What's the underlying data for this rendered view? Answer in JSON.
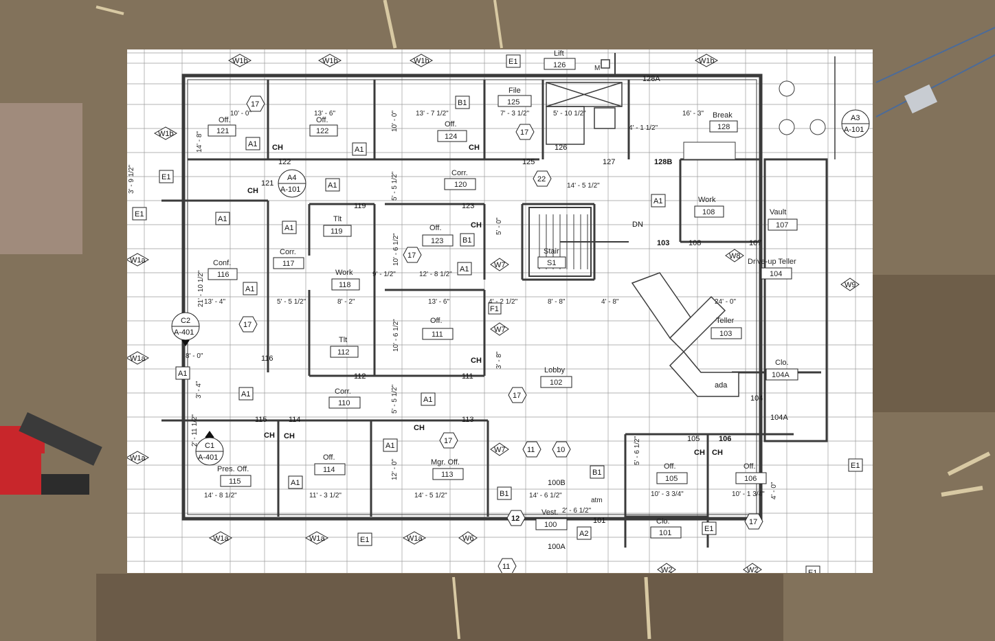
{
  "colors": {
    "ground": "#7a6a55",
    "paper": "#ffffff",
    "ink": "#222222",
    "wall": "#3a3a3a",
    "excavator": "#c8262b"
  },
  "rooms": [
    {
      "id": "r121",
      "name": "Off.",
      "number": "121",
      "dim": "10' - 0\""
    },
    {
      "id": "r122",
      "name": "Off.",
      "number": "122",
      "dim": "13' - 6\""
    },
    {
      "id": "r124",
      "name": "Off.",
      "number": "124",
      "dim": "13' - 7 1/2\""
    },
    {
      "id": "r125",
      "name": "File",
      "number": "125",
      "dim": "7' - 3 1/2\""
    },
    {
      "id": "r126",
      "name": "Lift",
      "number": "126",
      "dim": ""
    },
    {
      "id": "r128",
      "name": "Break",
      "number": "128",
      "dim": "16' - 3\""
    },
    {
      "id": "r120",
      "name": "Corr.",
      "number": "120",
      "dim": ""
    },
    {
      "id": "r116",
      "name": "Conf.",
      "number": "116",
      "dim": "13' - 4\""
    },
    {
      "id": "r117",
      "name": "Corr.",
      "number": "117",
      "dim": ""
    },
    {
      "id": "r119",
      "name": "Tlt",
      "number": "119",
      "dim": ""
    },
    {
      "id": "r118",
      "name": "Work",
      "number": "118",
      "dim": "8' - 2\""
    },
    {
      "id": "r123",
      "name": "Off.",
      "number": "123",
      "dim": "12' - 8 1/2\""
    },
    {
      "id": "rS1",
      "name": "Stair",
      "number": "S1",
      "dim": ""
    },
    {
      "id": "r108",
      "name": "Work",
      "number": "108",
      "dim": ""
    },
    {
      "id": "r107",
      "name": "Vault",
      "number": "107",
      "dim": ""
    },
    {
      "id": "r104",
      "name": "Drive-up Teller",
      "number": "104",
      "dim": ""
    },
    {
      "id": "r112",
      "name": "Tlt",
      "number": "112",
      "dim": ""
    },
    {
      "id": "r111",
      "name": "Off.",
      "number": "111",
      "dim": "13' - 6\""
    },
    {
      "id": "r103",
      "name": "Teller",
      "number": "103",
      "dim": "24' - 0\""
    },
    {
      "id": "r104A",
      "name": "Clo.",
      "number": "104A",
      "dim": ""
    },
    {
      "id": "r102",
      "name": "Lobby",
      "number": "102",
      "dim": ""
    },
    {
      "id": "r110",
      "name": "Corr.",
      "number": "110",
      "dim": ""
    },
    {
      "id": "r115",
      "name": "Pres. Off.",
      "number": "115",
      "dim": "14' - 8 1/2\""
    },
    {
      "id": "r114",
      "name": "Off.",
      "number": "114",
      "dim": "11' - 3 1/2\""
    },
    {
      "id": "r113",
      "name": "Mgr. Off.",
      "number": "113",
      "dim": "14' - 5 1/2\""
    },
    {
      "id": "r105",
      "name": "Off.",
      "number": "105",
      "dim": "10' - 3 3/4\""
    },
    {
      "id": "r106",
      "name": "Off.",
      "number": "106",
      "dim": "10' - 1 3/4\""
    },
    {
      "id": "r101",
      "name": "Clo.",
      "number": "101",
      "dim": ""
    },
    {
      "id": "r100",
      "name": "Vest.",
      "number": "100",
      "dim": "14' - 6 1/2\""
    }
  ],
  "door_tags": [
    "122",
    "121",
    "125",
    "126",
    "127",
    "128A",
    "128B",
    "119",
    "123",
    "116",
    "112",
    "111",
    "115",
    "114",
    "113",
    "108",
    "103",
    "107",
    "104",
    "104A",
    "105",
    "106",
    "100B",
    "101",
    "100A"
  ],
  "elevation_tags": [
    {
      "id": "wt1",
      "text": "W1b"
    },
    {
      "id": "wt2",
      "text": "W1b"
    },
    {
      "id": "wt3",
      "text": "W1b"
    },
    {
      "id": "wt4",
      "text": "W1b"
    },
    {
      "id": "wt5",
      "text": "W1b"
    },
    {
      "id": "wt6",
      "text": "W1a"
    },
    {
      "id": "wt7",
      "text": "W1a"
    },
    {
      "id": "wt8",
      "text": "W1a"
    },
    {
      "id": "wt9",
      "text": "W1a"
    },
    {
      "id": "wt10",
      "text": "W1a"
    },
    {
      "id": "wt11",
      "text": "W1a"
    },
    {
      "id": "wt12",
      "text": "W6"
    },
    {
      "id": "wt13",
      "text": "W7"
    },
    {
      "id": "wt14",
      "text": "W7"
    },
    {
      "id": "wt15",
      "text": "W7"
    },
    {
      "id": "wt16",
      "text": "W8"
    },
    {
      "id": "wt17",
      "text": "W9"
    },
    {
      "id": "wt18",
      "text": "W2"
    },
    {
      "id": "wt19",
      "text": "W2"
    }
  ],
  "box_tags": [
    {
      "id": "b1",
      "text": "E1"
    },
    {
      "id": "b2",
      "text": "E1"
    },
    {
      "id": "b3",
      "text": "E1"
    },
    {
      "id": "b4",
      "text": "E1"
    },
    {
      "id": "b5",
      "text": "E1"
    },
    {
      "id": "b6",
      "text": "E1"
    },
    {
      "id": "b7",
      "text": "A1"
    },
    {
      "id": "b8",
      "text": "A1"
    },
    {
      "id": "b9",
      "text": "A1"
    },
    {
      "id": "b10",
      "text": "A1"
    },
    {
      "id": "b11",
      "text": "A1"
    },
    {
      "id": "b12",
      "text": "A1"
    },
    {
      "id": "b13",
      "text": "A1"
    },
    {
      "id": "b14",
      "text": "A1"
    },
    {
      "id": "b15",
      "text": "A1"
    },
    {
      "id": "b16",
      "text": "A1"
    },
    {
      "id": "b17",
      "text": "A1"
    },
    {
      "id": "b18",
      "text": "A1"
    },
    {
      "id": "b19",
      "text": "A1"
    },
    {
      "id": "b20",
      "text": "B1"
    },
    {
      "id": "b21",
      "text": "B1"
    },
    {
      "id": "b22",
      "text": "B1"
    },
    {
      "id": "b23",
      "text": "B1"
    },
    {
      "id": "b24",
      "text": "A2"
    },
    {
      "id": "b25",
      "text": "F1"
    },
    {
      "id": "b26",
      "text": "E1"
    }
  ],
  "hex_tags": [
    {
      "id": "h1",
      "text": "17"
    },
    {
      "id": "h2",
      "text": "17"
    },
    {
      "id": "h3",
      "text": "17"
    },
    {
      "id": "h4",
      "text": "17"
    },
    {
      "id": "h5",
      "text": "17"
    },
    {
      "id": "h6",
      "text": "17"
    },
    {
      "id": "h7",
      "text": "17"
    },
    {
      "id": "h8",
      "text": "22"
    },
    {
      "id": "h9",
      "text": "11"
    },
    {
      "id": "h10",
      "text": "10"
    },
    {
      "id": "h11",
      "text": "12"
    },
    {
      "id": "h12",
      "text": "11"
    }
  ],
  "section_marks": [
    {
      "id": "s1",
      "top": "A4",
      "bottom": "A-101"
    },
    {
      "id": "s2",
      "top": "A3",
      "bottom": "A-101"
    },
    {
      "id": "s3",
      "top": "C2",
      "bottom": "A-401"
    },
    {
      "id": "s4",
      "top": "C1",
      "bottom": "A-401"
    }
  ],
  "dimensions": [
    "14' - 8\"",
    "3' - 9 1/2\"",
    "10' - 0\"",
    "5' - 5 1/2\"",
    "14' - 5 1/2\"",
    "5' - 0\"",
    "10' - 6 1/2\"",
    "9' - 1/2\"",
    "10' - 6 1/2\"",
    "3' - 8\"",
    "5' - 5 1/2\"",
    "4' - 2 1/2\"",
    "8' - 8\"",
    "4' - 8\"",
    "21' - 10 1/2\"",
    "5' - 5 1/2\"",
    "8' - 0\"",
    "3' - 4\"",
    "2' - 11 1/2\"",
    "12' - 0\"",
    "5' - 10 1/2\"",
    "4' - 1 1/2\"",
    "5' - 6 1/2\"",
    "2' - 6 1/2\"",
    "4' - 0\""
  ],
  "notes": [
    "CH",
    "DN",
    "ada",
    "atm",
    "M"
  ]
}
